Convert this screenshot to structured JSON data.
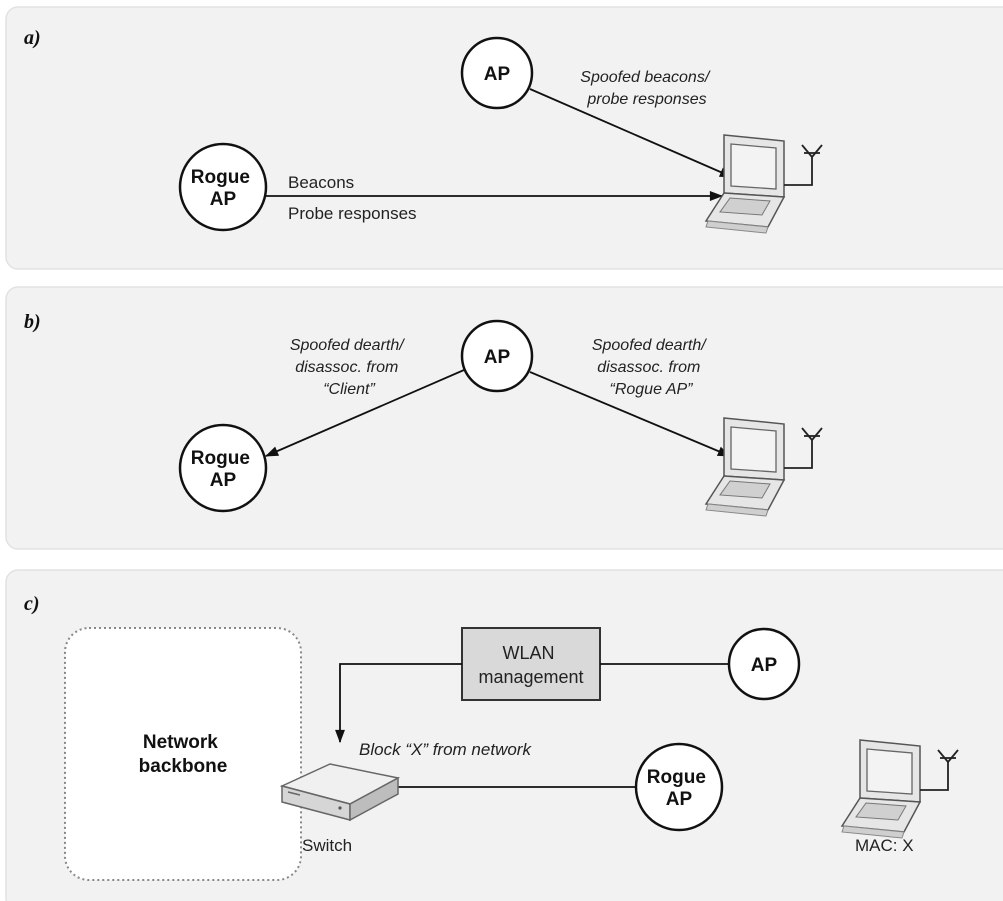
{
  "panels": {
    "a": {
      "label": "a)",
      "ap": "AP",
      "rogue": [
        "Rogue",
        "AP"
      ],
      "note": [
        "Spoofed beacons/",
        "probe responses"
      ],
      "beacons": "Beacons",
      "probe": "Probe responses"
    },
    "b": {
      "label": "b)",
      "ap": "AP",
      "rogue": [
        "Rogue",
        "AP"
      ],
      "note_left": [
        "Spoofed dearth/",
        "disassoc. from",
        "“Client”"
      ],
      "note_right": [
        "Spoofed dearth/",
        "disassoc. from",
        "“Rogue AP”"
      ]
    },
    "c": {
      "label": "c)",
      "backbone": [
        "Network",
        "backbone"
      ],
      "wlan": [
        "WLAN",
        "management"
      ],
      "ap": "AP",
      "rogue": [
        "Rogue",
        "AP"
      ],
      "block": "Block “X” from network",
      "switch": "Switch",
      "mac": "MAC: X"
    }
  }
}
